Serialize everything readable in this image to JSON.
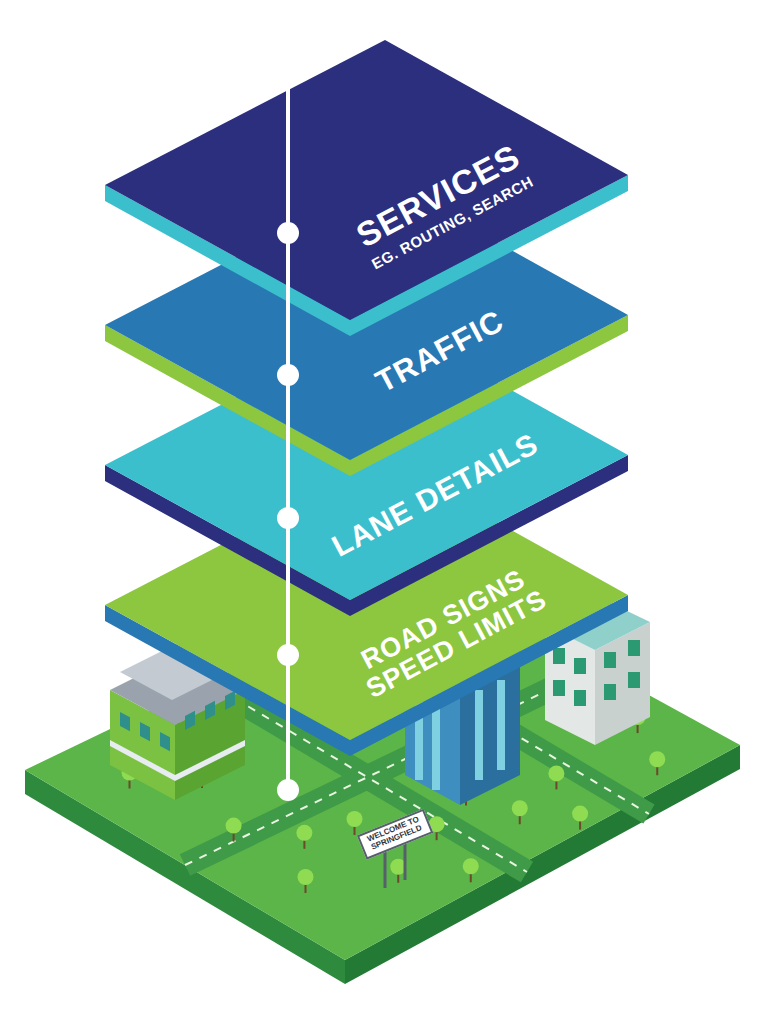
{
  "diagram": {
    "nodes": [
      {
        "text": [
          "SERVICES",
          "EG. ROUTING, SEARCH"
        ]
      },
      {
        "text": [
          "TRAFFIC"
        ]
      },
      {
        "text": [
          "LANE DETAILS"
        ]
      },
      {
        "text": [
          "ROAD SIGNS SPEED LIMITS"
        ]
      }
    ],
    "labels": [
      "WELCOME TO SPRINGFIELD"
    ]
  }
}
